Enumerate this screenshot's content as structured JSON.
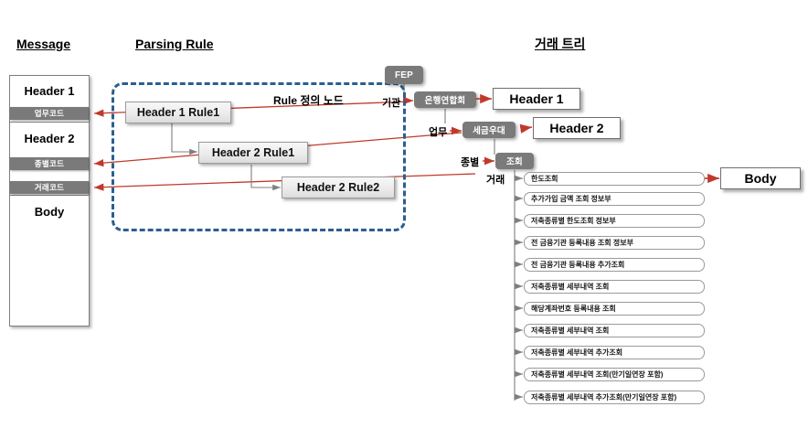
{
  "titles": {
    "message": "Message",
    "parsing_rule": "Parsing Rule",
    "transaction_tree": "거래 트리"
  },
  "message_panel": {
    "sections": [
      {
        "label": "Header 1"
      },
      {
        "label": "Header 2"
      },
      {
        "label": "Body"
      }
    ],
    "code_bands": [
      {
        "label": "업무코드"
      },
      {
        "label": "종별코드"
      },
      {
        "label": "거래코드"
      }
    ]
  },
  "parsing_rule": {
    "caption": "Rule 정의 노드",
    "nodes": [
      {
        "label": "Header 1 Rule1"
      },
      {
        "label": "Header 2 Rule1"
      },
      {
        "label": "Header 2 Rule2"
      }
    ],
    "border_color": "#2b5f8e"
  },
  "tree": {
    "root": {
      "label": "FEP"
    },
    "edge_labels": [
      {
        "label": "기관"
      },
      {
        "label": "업무"
      },
      {
        "label": "종별"
      },
      {
        "label": "거래"
      }
    ],
    "pills": [
      {
        "label": "은행연합회"
      },
      {
        "label": "세금우대"
      },
      {
        "label": "조회"
      }
    ],
    "result_boxes": [
      {
        "label": "Header 1"
      },
      {
        "label": "Header 2"
      },
      {
        "label": "Body"
      }
    ],
    "transactions": [
      {
        "label": "한도조회"
      },
      {
        "label": "추가가입 금액 조회 정보부"
      },
      {
        "label": "저축종류별 한도조회 정보부"
      },
      {
        "label": "전 금융기관 등록내용 조회 정보부"
      },
      {
        "label": "전 금융기관 등록내용 추가조회"
      },
      {
        "label": "저축종류별 세부내역 조회"
      },
      {
        "label": "해당계좌번호 등록내용 조회"
      },
      {
        "label": "저축종류별 세부내역 조회"
      },
      {
        "label": "저축종류별 세부내역 추가조회"
      },
      {
        "label": "저축종류별 세부내역 조회(만기일연장 포함)"
      },
      {
        "label": "저축종류별 세부내역 추가조회(만기일연장 포함)"
      }
    ]
  },
  "colors": {
    "node_gray": "#7a7a7a",
    "dashed_blue": "#2b5f8e",
    "arrow_red": "#c0392b",
    "arrow_gray": "#7f7f7f"
  }
}
